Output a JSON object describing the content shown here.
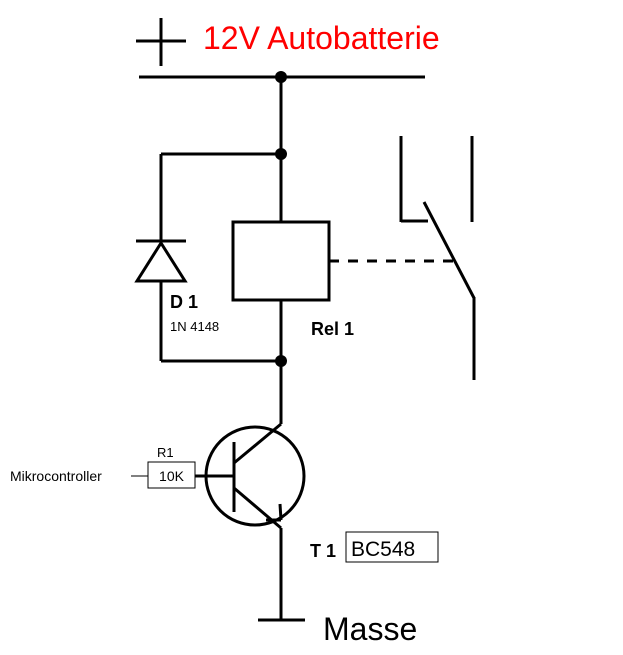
{
  "supply": {
    "plus_symbol": "+",
    "title": "12V Autobatterie",
    "title_color": "#ff0000"
  },
  "diode": {
    "ref": "D 1",
    "part": "1N 4148"
  },
  "relay": {
    "ref": "Rel 1"
  },
  "resistor": {
    "ref": "R1",
    "value": "10K"
  },
  "input": {
    "label": "Mikrocontroller"
  },
  "transistor": {
    "ref": "T 1",
    "part": "BC548"
  },
  "ground": {
    "label": "Masse"
  }
}
